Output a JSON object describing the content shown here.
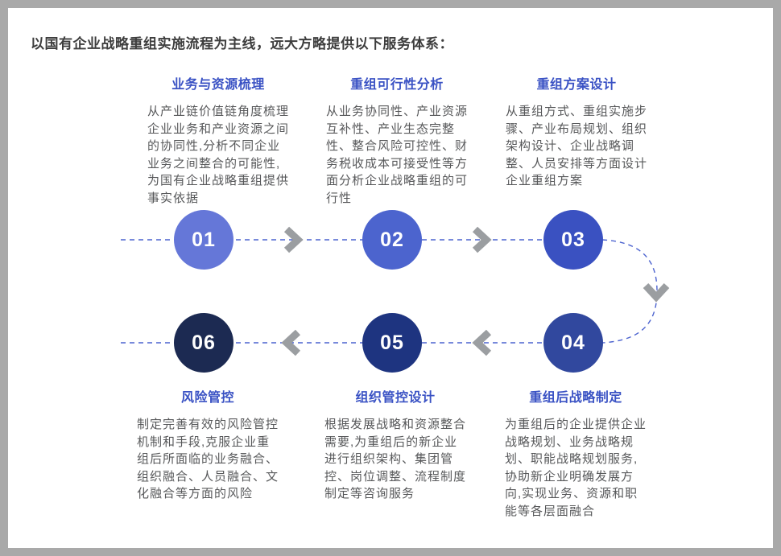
{
  "title": "以国有企业战略重组实施流程为主线，远大方略提供以下服务体系：",
  "colors": {
    "frame": "#a9a9a9",
    "canvas": "#ffffff",
    "title-text": "#3d3d3d",
    "heading-text": "#3a52c4",
    "body-text": "#57585a",
    "dash-line": "#4c63cf",
    "arrow": "#9b9ea1",
    "number-text": "#ffffff"
  },
  "steps": [
    {
      "number": "01",
      "heading": "业务与资源梳理",
      "description": "从产业链价值链角度梳理企业业务和产业资源之间的协同性,分析不同企业业务之间整合的可能性,为国有企业战略重组提供事实依据",
      "color": "#6577d8"
    },
    {
      "number": "02",
      "heading": "重组可行性分析",
      "description": "从业务协同性、产业资源互补性、产业生态完整性、整合风险可控性、财务税收成本可接受性等方面分析企业战略重组的可行性",
      "color": "#4c64ce"
    },
    {
      "number": "03",
      "heading": "重组方案设计",
      "description": "从重组方式、重组实施步骤、产业布局规划、组织架构设计、企业战略调整、人员安排等方面设计企业重组方案",
      "color": "#3a51c1"
    },
    {
      "number": "04",
      "heading": "重组后战略制定",
      "description": "为重组后的企业提供企业战略规划、业务战略规划、职能战略规划服务,协助新企业明确发展方向,实现业务、资源和职能等各层面融合",
      "color": "#31489e"
    },
    {
      "number": "05",
      "heading": "组织管控设计",
      "description": "根据发展战略和资源整合需要,为重组后的新企业进行组织架构、集团管控、岗位调整、流程制度制定等咨询服务",
      "color": "#1e3480"
    },
    {
      "number": "06",
      "heading": "风险管控",
      "description": "制定完善有效的风险管控机制和手段,克服企业重组后所面临的业务融合、组织融合、人员融合、文化融合等方面的风险",
      "color": "#1c2a52"
    }
  ]
}
